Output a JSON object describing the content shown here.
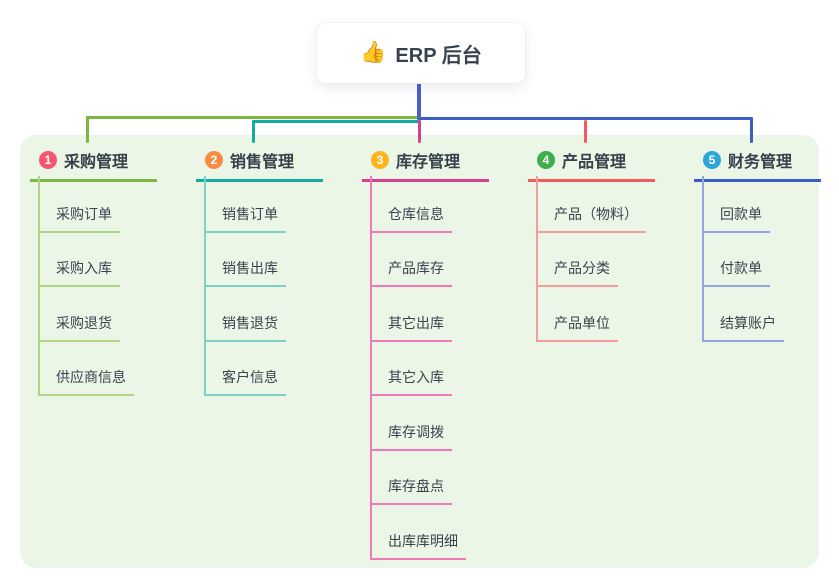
{
  "root": {
    "emoji": "👍",
    "label": "ERP 后台"
  },
  "colors": {
    "panel_bg": "#ECF6E7",
    "root_line": "#4D5DD0",
    "text": "#3a424e"
  },
  "branches": [
    {
      "badge": "1",
      "label": "采购管理",
      "badge_color": "#F8566F",
      "line_color": "#7CB841",
      "sub_line_color": "#AFD687",
      "items": [
        "采购订单",
        "采购入库",
        "采购退货",
        "供应商信息"
      ]
    },
    {
      "badge": "2",
      "label": "销售管理",
      "badge_color": "#FB8B42",
      "line_color": "#14ABA4",
      "sub_line_color": "#7FD0C9",
      "items": [
        "销售订单",
        "销售出库",
        "销售退货",
        "客户信息"
      ]
    },
    {
      "badge": "3",
      "label": "库存管理",
      "badge_color": "#FFB41E",
      "line_color": "#D6418F",
      "sub_line_color": "#F277B7",
      "items": [
        "仓库信息",
        "产品库存",
        "其它出库",
        "其它入库",
        "库存调拨",
        "库存盘点",
        "出库库明细"
      ]
    },
    {
      "badge": "4",
      "label": "产品管理",
      "badge_color": "#3FAE4D",
      "line_color": "#F25B60",
      "sub_line_color": "#F79C9D",
      "items": [
        "产品（物料）",
        "产品分类",
        "产品单位"
      ]
    },
    {
      "badge": "5",
      "label": "财务管理",
      "badge_color": "#2EA6DC",
      "line_color": "#3A5EC6",
      "sub_line_color": "#92A5DF",
      "items": [
        "回款单",
        "付款单",
        "结算账户"
      ]
    }
  ]
}
